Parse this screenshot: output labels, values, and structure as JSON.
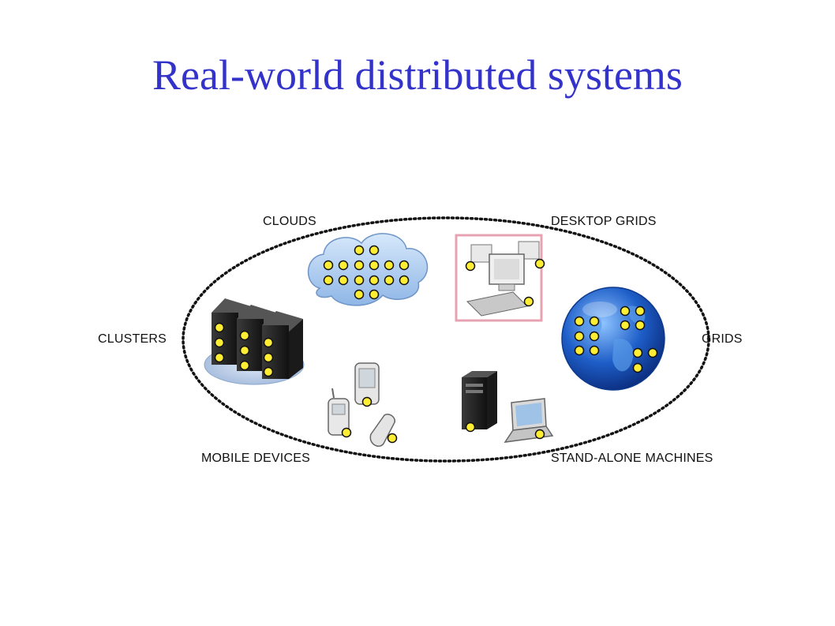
{
  "slide": {
    "title": "Real-world distributed systems"
  },
  "diagram": {
    "labels": {
      "clouds": "CLOUDS",
      "desktop_grids": "DESKTOP GRIDS",
      "clusters": "CLUSTERS",
      "grids": "GRIDS",
      "mobile_devices": "MOBILE DEVICES",
      "stand_alone": "STAND-ALONE MACHINES"
    },
    "colors": {
      "title": "#3333cc",
      "node": "#ffee33",
      "ring": "#111111",
      "cloud": "#a8c8f0",
      "globe": "#1e5ec8"
    }
  }
}
